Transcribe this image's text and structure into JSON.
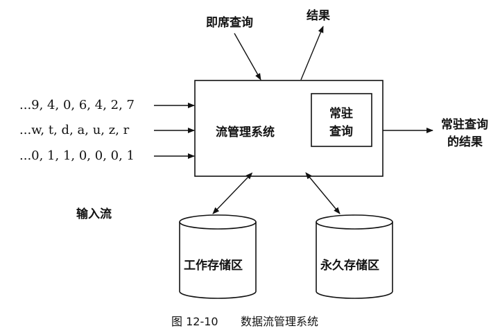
{
  "top_inputs": {
    "adhoc_query": "即席查询",
    "results": "结果"
  },
  "streams": [
    "...9, 4, 0, 6, 4, 2, 7",
    "...w, t, d, a, u, z, r",
    "...0, 1, 1, 0, 0, 0, 1"
  ],
  "input_streams_label": "输入流",
  "system": {
    "title": "流管理系统",
    "standing_query_line1": "常驻",
    "standing_query_line2": "查询"
  },
  "output": {
    "line1": "常驻查询",
    "line2": "的结果"
  },
  "storage": {
    "working": "工作存储区",
    "archival": "永久存储区"
  },
  "caption": {
    "figure_no": "图 12-10",
    "title": "数据流管理系统"
  }
}
